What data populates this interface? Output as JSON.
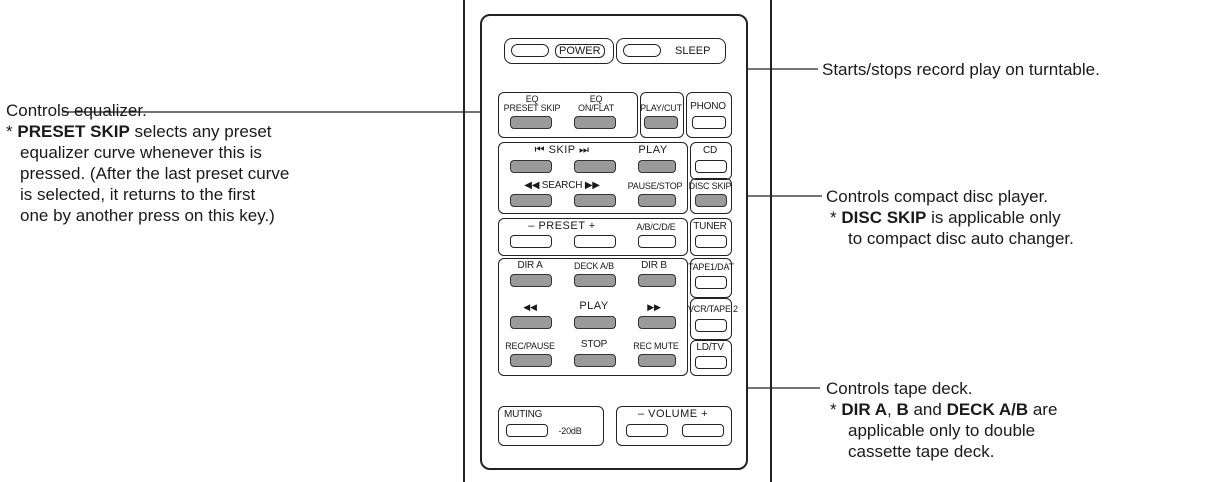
{
  "annotations": {
    "equalizer": {
      "title": "Controls equalizer.",
      "bullet": "*",
      "key": "PRESET SKIP",
      "line1": " selects any preset",
      "line2": "equalizer curve whenever this is",
      "line3": "pressed. (After the last preset curve",
      "line4": "is selected, it returns to the first",
      "line5": "one by another press on this key.)"
    },
    "turntable": {
      "text": "Starts/stops record play on turntable."
    },
    "cd": {
      "title": "Controls compact disc player.",
      "bullet": "*",
      "key": "DISC SKIP",
      "line1": " is applicable only",
      "line2": "to compact disc auto changer."
    },
    "tape": {
      "title": "Controls tape deck.",
      "bullet": "*",
      "key1": "DIR A",
      "sep1": ", ",
      "key2": "B",
      "sep2": " and ",
      "key3": "DECK A/B",
      "line1": " are",
      "line2": "applicable only to double",
      "line3": "cassette tape deck."
    }
  },
  "remote": {
    "power": "POWER",
    "sleep": "SLEEP",
    "eq_preset_skip_top": "EQ",
    "eq_preset_skip": "PRESET SKIP",
    "eq_on_flat_top": "EQ",
    "eq_on_flat": "ON/FLAT",
    "play_cut": "PLAY/CUT",
    "phono": "PHONO",
    "skip": "⏮ SKIP ⏭",
    "cd_play": "PLAY",
    "cd": "CD",
    "search": "◀◀ SEARCH ▶▶",
    "pause_stop": "PAUSE/STOP",
    "disc_skip": "DISC SKIP",
    "preset": "– PRESET +",
    "abcde": "A/B/C/D/E",
    "tuner": "TUNER",
    "dir_a": "DIR A",
    "deck_ab": "DECK A/B",
    "dir_b": "DIR B",
    "tape1_dat": "TAPE1/DAT",
    "rew": "◀◀",
    "tape_play": "PLAY",
    "ff": "▶▶",
    "vcr_tape2": "VCR/TAPE 2",
    "rec_pause": "REC/PAUSE",
    "stop": "STOP",
    "rec_mute": "REC MUTE",
    "ld_tv": "LD/TV",
    "muting": "MUTING",
    "db": "-20dB",
    "volume": "– VOLUME +"
  }
}
